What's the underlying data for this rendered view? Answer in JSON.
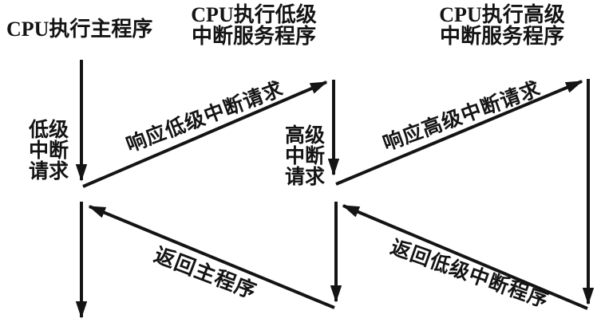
{
  "colors": {
    "background": "#ffffff",
    "ink": "#141414"
  },
  "timelines": [
    {
      "title": [
        "CPU执行主程序"
      ]
    },
    {
      "title": [
        "CPU执行低级",
        "中断服务程序"
      ]
    },
    {
      "title": [
        "CPU执行高级",
        "中断服务程序"
      ]
    }
  ],
  "events": {
    "low_request": [
      "低级",
      "中断",
      "请求"
    ],
    "high_request": [
      "高级",
      "中断",
      "请求"
    ]
  },
  "transitions": {
    "respond_low": "响应低级中断请求",
    "respond_high": "响应高级中断请求",
    "return_main": "返回主程序",
    "return_low": "返回低级中断程序"
  }
}
